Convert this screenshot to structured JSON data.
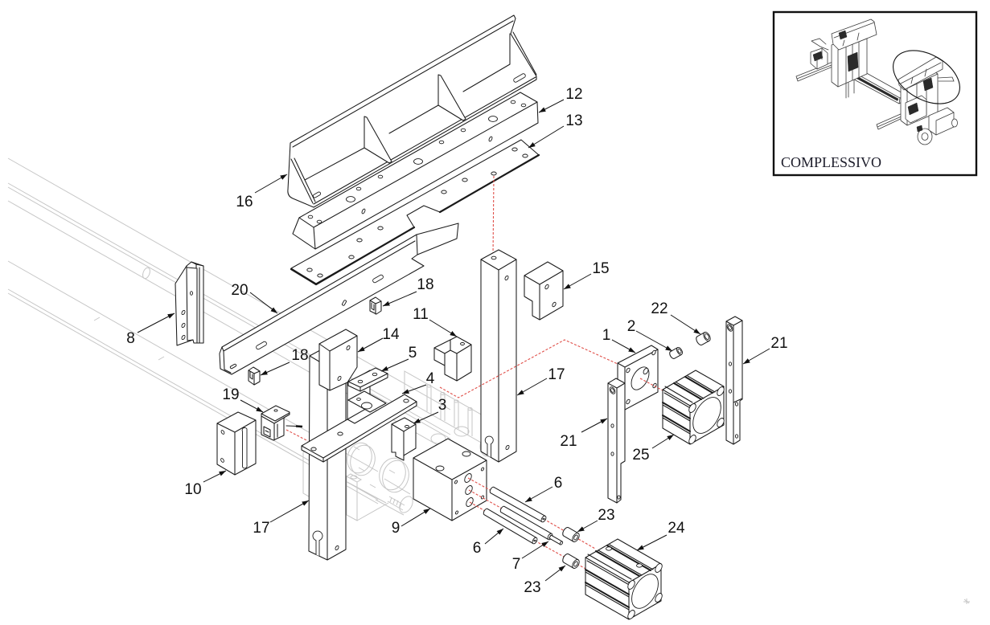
{
  "callouts": [
    {
      "label": "16"
    },
    {
      "label": "12"
    },
    {
      "label": "13"
    },
    {
      "label": "20"
    },
    {
      "label": "18"
    },
    {
      "label": "15"
    },
    {
      "label": "8"
    },
    {
      "label": "11"
    },
    {
      "label": "22"
    },
    {
      "label": "2"
    },
    {
      "label": "1"
    },
    {
      "label": "21"
    },
    {
      "label": "14"
    },
    {
      "label": "5"
    },
    {
      "label": "18"
    },
    {
      "label": "4"
    },
    {
      "label": "17"
    },
    {
      "label": "3"
    },
    {
      "label": "19"
    },
    {
      "label": "21"
    },
    {
      "label": "25"
    },
    {
      "label": "10"
    },
    {
      "label": "6"
    },
    {
      "label": "17"
    },
    {
      "label": "9"
    },
    {
      "label": "24"
    },
    {
      "label": "23"
    },
    {
      "label": "6"
    },
    {
      "label": "7"
    },
    {
      "label": "23"
    }
  ],
  "inset": {
    "caption": "COMPLESSIVO"
  },
  "colors": {
    "drawing_line": "#1a1a1a",
    "ghost_line": "#c6c6c6",
    "assembly_path_dashed": "#e0504a",
    "background": "#ffffff"
  }
}
